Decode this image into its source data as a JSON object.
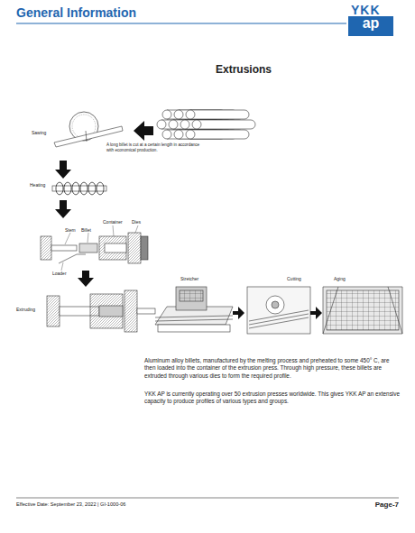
{
  "diagram": {
    "title": "Extrusions",
    "labels": [
      "General Information",
      "YKK",
      "ap",
      "Sawing",
      "A long billet is cut at a certain length in accordance with economical production.",
      "Heating",
      "Container",
      "Dies",
      "Stem",
      "Billet",
      "Loader",
      "Stretcher",
      "Cutting",
      "Aging",
      "Extruding",
      "Aluminum alloy billets, manufactured by the melting process and preheated to some 450° C, are then loaded into the container of the extrusion press. Through high pressure, these billets are extruded through various dies to form the required profile.",
      "YKK AP is currently operating over 50 extrusion presses worldwide. This gives YKK AP an extensive capacity to produce profiles of various types and groups.",
      "Effective Date: September 23, 2022 | GI-1000-06",
      "Page-7"
    ]
  }
}
